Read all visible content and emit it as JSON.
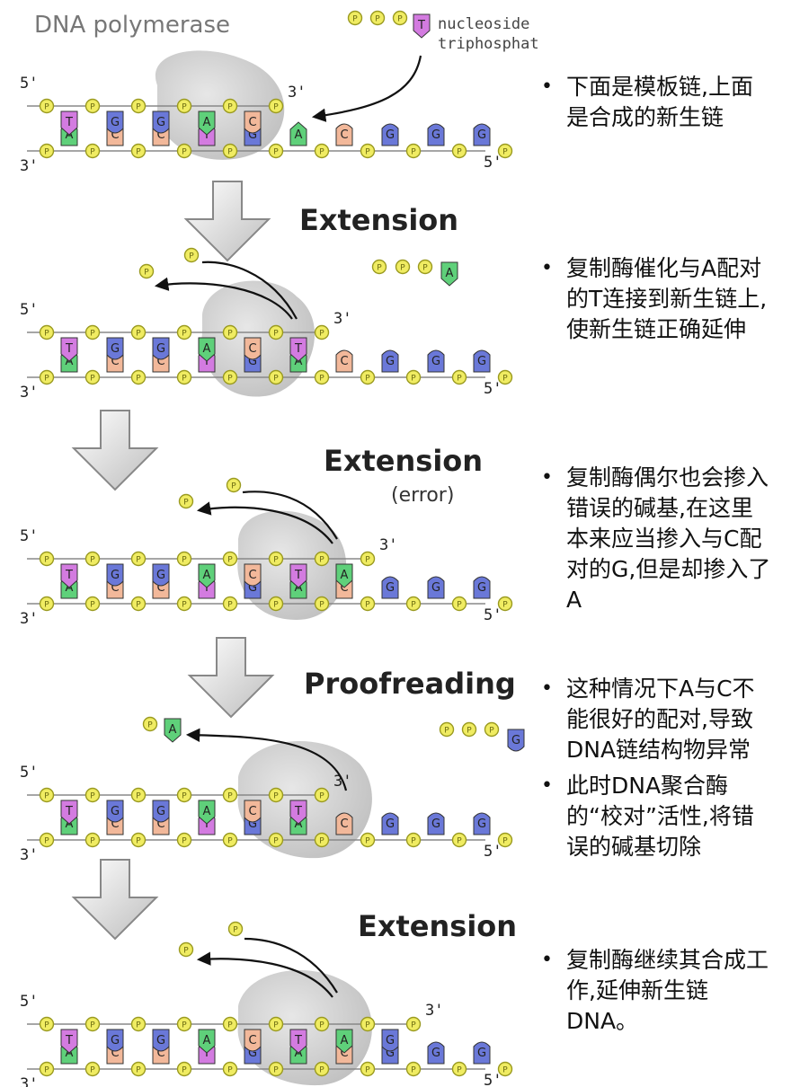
{
  "header": {
    "enzyme_label": "DNA polymerase",
    "nucleotide_label_line1": "nucleoside",
    "nucleotide_label_line2": "triphosphat"
  },
  "strand_end_labels": {
    "five_prime": "5'",
    "three_prime": "3'"
  },
  "phosphate_label": "P",
  "stages": [
    {
      "label": "Extension",
      "sublabel": ""
    },
    {
      "label": "Extension",
      "sublabel": "(error)"
    },
    {
      "label": "Proofreading",
      "sublabel": ""
    },
    {
      "label": "Extension",
      "sublabel": ""
    }
  ],
  "base_letters": [
    "T",
    "G",
    "G",
    "A",
    "C",
    "T",
    "A",
    "G"
  ],
  "template_letters": [
    "A",
    "C",
    "C",
    "T",
    "G",
    "A",
    "C",
    "G",
    "G",
    "G"
  ],
  "base_colors": {
    "A": "#5fd07a",
    "T": "#d37be0",
    "G": "#6a78d8",
    "C": "#f2b89a"
  },
  "notes": [
    {
      "text": "下面是模板链,上面是合成的新生链"
    },
    {
      "text": "复制酶催化与A配对的T连接到新生链上,使新生链正确延伸"
    },
    {
      "text": "复制酶偶尔也会掺入错误的碱基,在这里本来应当掺入与C配对的G,但是却掺入了A"
    },
    {
      "text": "这种情况下A与C不能很好的配对,导致DNA链结构物异常"
    },
    {
      "text": "此时DNA聚合酶的“校对”活性,将错误的碱基切除"
    },
    {
      "text": "复制酶继续其合成工作,延伸新生链DNA。"
    }
  ]
}
